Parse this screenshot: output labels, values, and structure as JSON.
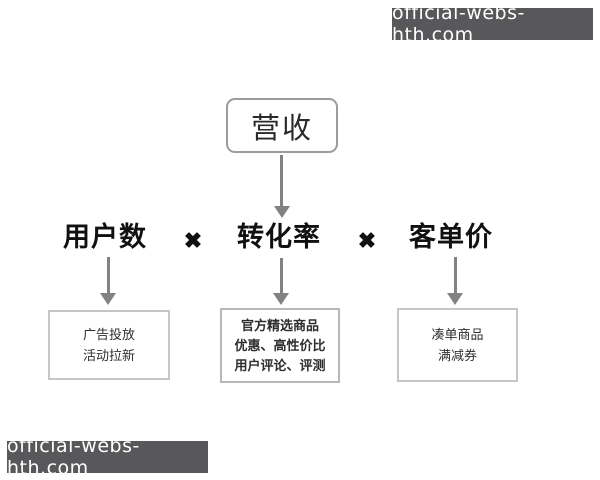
{
  "watermark": {
    "text": "official-webs-hth.com",
    "bg_color": "#58585a",
    "text_color": "#ffffff"
  },
  "diagram": {
    "arrow_color": "#828282",
    "root": {
      "label": "营收"
    },
    "formula": {
      "operator": "✖",
      "terms": [
        {
          "label": "用户数"
        },
        {
          "label": "转化率"
        },
        {
          "label": "客单价"
        }
      ]
    },
    "detail_boxes": [
      {
        "lines": [
          "广告投放",
          "活动拉新"
        ]
      },
      {
        "lines": [
          "官方精选商品",
          "优惠、高性价比",
          "用户评论、评测"
        ]
      },
      {
        "lines": [
          "凑单商品",
          "满减券"
        ]
      }
    ]
  }
}
